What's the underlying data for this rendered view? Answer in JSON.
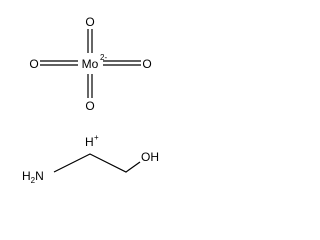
{
  "molybdate": {
    "center_label": "Mo",
    "center_charge": "2-",
    "top_oxygen": "O",
    "bottom_oxygen": "O",
    "left_oxygen": "O",
    "right_oxygen": "O"
  },
  "proton": {
    "label": "H",
    "charge": "+"
  },
  "ethanolamine": {
    "amine_label": "H",
    "amine_subscript": "2",
    "amine_n": "N",
    "hydroxyl_label": "OH"
  },
  "colors": {
    "ink": "#000000",
    "background": "#ffffff"
  }
}
